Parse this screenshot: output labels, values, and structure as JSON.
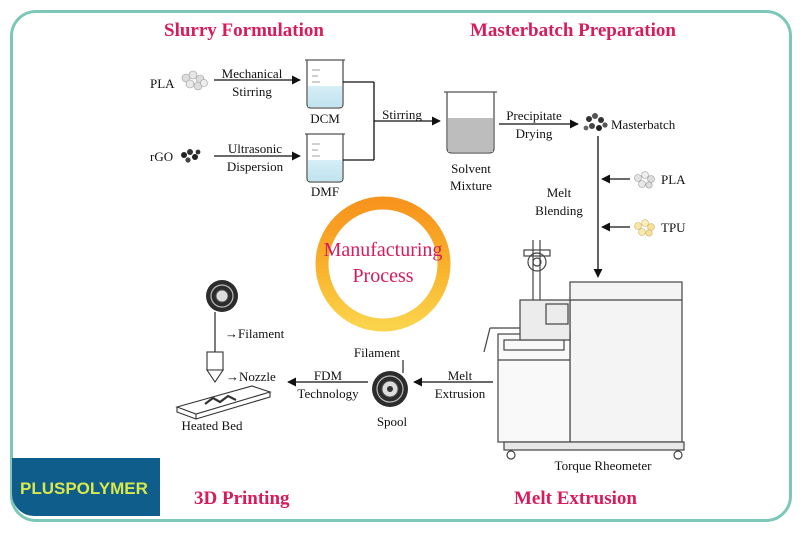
{
  "sections": {
    "slurry": "Slurry Formulation",
    "masterbatch_prep": "Masterbatch Preparation",
    "printing": "3D Printing",
    "melt_extrusion": "Melt Extrusion"
  },
  "center": {
    "line1": "Manufacturing",
    "line2": "Process"
  },
  "labels": {
    "pla": "PLA",
    "mechanical_stirring_1": "Mechanical",
    "mechanical_stirring_2": "Stirring",
    "dcm": "DCM",
    "rgo": "rGO",
    "ultrasonic_1": "Ultrasonic",
    "ultrasonic_2": "Dispersion",
    "dmf": "DMF",
    "stirring": "Stirring",
    "solvent_1": "Solvent",
    "solvent_2": "Mixture",
    "precipitate": "Precipitate",
    "drying": "Drying",
    "masterbatch": "Masterbatch",
    "melt_blending_1": "Melt",
    "melt_blending_2": "Blending",
    "pla_right": "PLA",
    "tpu": "TPU",
    "torque_rheometer": "Torque Rheometer",
    "melt_ext_1": "Melt",
    "melt_ext_2": "Extrusion",
    "filament_spool": "Filament",
    "spool": "Spool",
    "fdm_1": "FDM",
    "fdm_2": "Technology",
    "filament_printer": "→Filament",
    "nozzle": "→Nozzle",
    "heated_bed": "Heated Bed"
  },
  "logo": {
    "text": "PLUSPOLYMER"
  },
  "colors": {
    "title": "#d81b5b",
    "frame": "#7cc7b8",
    "ring_start": "#f7941d",
    "ring_end": "#fbd34b",
    "logo_bg": "#0f5d8a",
    "logo_text": "#d9e84a"
  }
}
